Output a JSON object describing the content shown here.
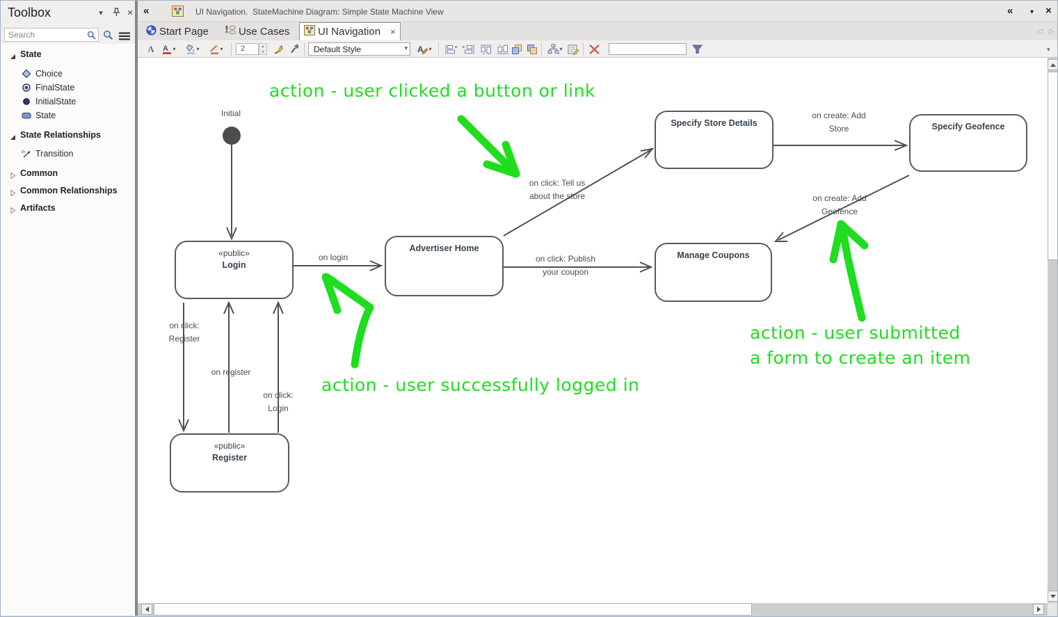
{
  "icons": {
    "collapse_left": "«",
    "collapse_right": "«",
    "caret_down": "▾",
    "close": "×",
    "tab_prev": "◁",
    "tab_next": "▷",
    "spin_up": "▲",
    "spin_down": "▼"
  },
  "header": {
    "title": "UI Navigation.  StateMachine Diagram: Simple State Machine View"
  },
  "toolbox": {
    "title": "Toolbox",
    "search": {
      "placeholder": "Search"
    },
    "sections": [
      {
        "label": "State",
        "expanded": true,
        "items": [
          {
            "label": "Choice"
          },
          {
            "label": "FinalState"
          },
          {
            "label": "InitialState"
          },
          {
            "label": "State"
          }
        ]
      },
      {
        "label": "State Relationships",
        "expanded": true,
        "items": [
          {
            "label": "Transition"
          }
        ]
      },
      {
        "label": "Common",
        "expanded": false,
        "items": []
      },
      {
        "label": "Common Relationships",
        "expanded": false,
        "items": []
      },
      {
        "label": "Artifacts",
        "expanded": false,
        "items": []
      }
    ]
  },
  "tabs": [
    {
      "label": "Start Page"
    },
    {
      "label": "Use Cases"
    },
    {
      "label": "UI Navigation",
      "close": "×",
      "active": true
    }
  ],
  "toolbar": {
    "line_width": "2",
    "style_selected": "Default Style",
    "filter_value": ""
  },
  "diagram": {
    "initial_label": "Initial",
    "nodes": {
      "login": {
        "stereotype": "«public»",
        "name": "Login"
      },
      "register": {
        "stereotype": "«public»",
        "name": "Register"
      },
      "advertiser_home": {
        "name": "Advertiser Home"
      },
      "specify_store_details": {
        "name": "Specify Store Details"
      },
      "specify_geofence": {
        "name": "Specify Geofence"
      },
      "manage_coupons": {
        "name": "Manage Coupons"
      }
    },
    "edge_labels": {
      "on_login": {
        "lines": [
          "on login"
        ]
      },
      "on_click_register": {
        "lines": [
          "on click:",
          "Register"
        ]
      },
      "on_register": {
        "lines": [
          "on register"
        ]
      },
      "on_click_login": {
        "lines": [
          "on click:",
          "Login"
        ]
      },
      "tell_us": {
        "lines": [
          "on click: Tell us",
          "about the store"
        ]
      },
      "add_store": {
        "lines": [
          "on create: Add",
          "Store"
        ]
      },
      "add_geofence": {
        "lines": [
          "on create: Add",
          "Geofence"
        ]
      },
      "publish_coupon": {
        "lines": [
          "on click: Publish",
          "your coupon"
        ]
      }
    },
    "annotations": {
      "clicked": "action - user clicked a button or link",
      "logged_in": "action - user successfully logged in",
      "submitted_1": "action - user submitted",
      "submitted_2": "a form to create an item"
    },
    "colors": {
      "annotation_green": "#1fdd1f",
      "node_border": "#595959",
      "node_text": "#36424e",
      "edge": "#4f4f4f",
      "edge_label": "#4b4b4b"
    }
  }
}
